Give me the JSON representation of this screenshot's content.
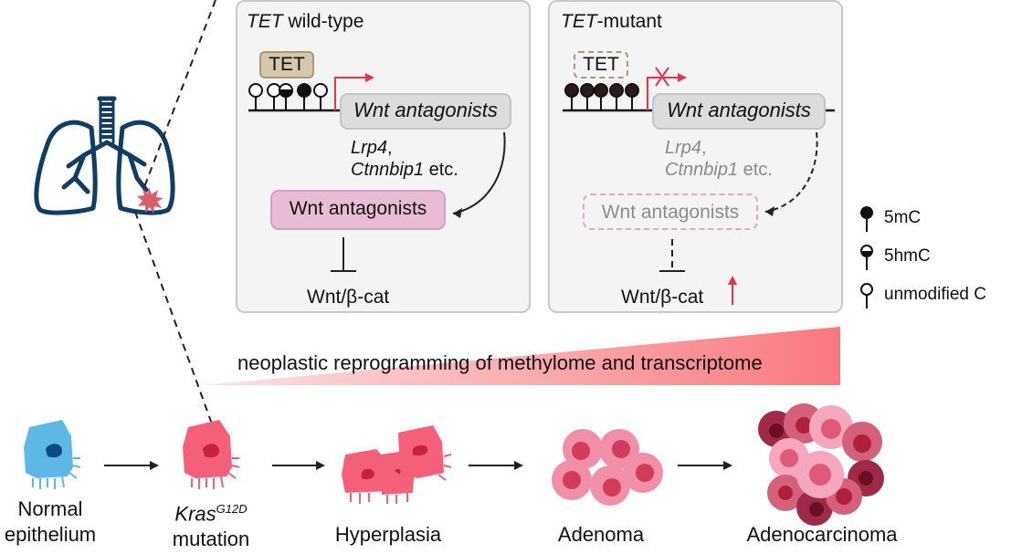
{
  "panels": {
    "wild_type": {
      "title_italic": "TET",
      "title_rest": " wild-type",
      "tet_label": "TET",
      "gene_label": "Wnt antagonists",
      "targets_line1_italic": "Lrp4",
      "targets_line1_rest": ",",
      "targets_line2_italic": "Ctnnbip1",
      "targets_line2_rest": " etc.",
      "product_label": "Wnt antagonists",
      "pathway_label": "Wnt/β-cat",
      "cpg_sites": [
        "unmodified",
        "unmodified",
        "5hmC",
        "5mC",
        "unmodified"
      ],
      "transcription": "active"
    },
    "mutant": {
      "title_italic": "TET",
      "title_rest": "-mutant",
      "tet_label": "TET",
      "gene_label": "Wnt antagonists",
      "targets_line1_italic": "Lrp4",
      "targets_line1_rest": ",",
      "targets_line2_italic": "Ctnnbip1",
      "targets_line2_rest": " etc.",
      "product_label": "Wnt antagonists",
      "pathway_label": "Wnt/β-cat",
      "pathway_change": "up",
      "cpg_sites": [
        "5mC",
        "5mC",
        "5mC",
        "5mC",
        "5mC"
      ],
      "transcription": "blocked"
    }
  },
  "legend": {
    "items": [
      {
        "symbol": "5mC",
        "label": "5mC"
      },
      {
        "symbol": "5hmC",
        "label": "5hmC"
      },
      {
        "symbol": "unmodified",
        "label": "unmodified C"
      }
    ]
  },
  "gradient_banner": {
    "label": "neoplastic reprogramming of methylome and transcriptome",
    "color_start": "#fde3e5",
    "color_end": "#f9787e"
  },
  "stages": [
    {
      "name": "normal",
      "line1": "Normal",
      "line2": "epithelium",
      "color": "#5db8e8"
    },
    {
      "name": "kras",
      "line1_italic": "Kras",
      "line1_sup": "G12D",
      "line2": "mutation",
      "color": "#f4607a"
    },
    {
      "name": "hyperplasia",
      "line1": "Hyperplasia",
      "color": "#f4607a"
    },
    {
      "name": "adenoma",
      "line1": "Adenoma",
      "color": "#f28fa8"
    },
    {
      "name": "adenocarcinoma",
      "line1": "Adenocarcinoma",
      "color": "#c9506f"
    }
  ],
  "colors": {
    "lung": "#0f3d63",
    "tumor_star": "#d9606b",
    "red_arrow": "#e8344a",
    "panel_bg": "#f4f4f4"
  }
}
